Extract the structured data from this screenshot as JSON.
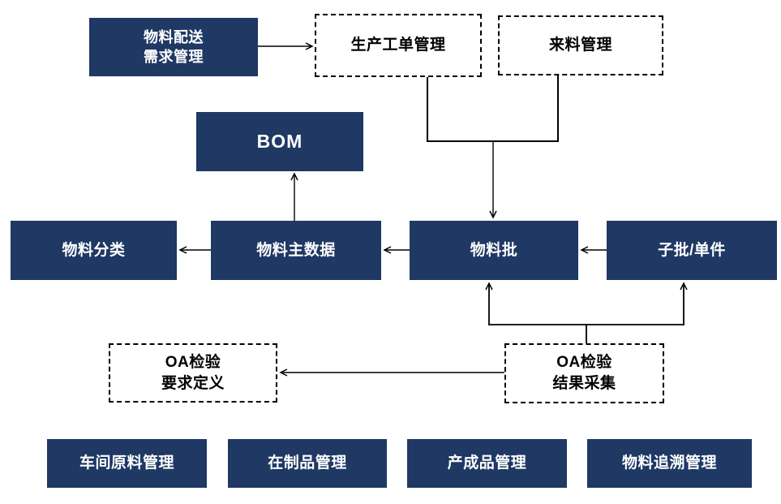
{
  "diagram": {
    "nodes": {
      "material_distribution": {
        "label": "物料配送\n需求管理",
        "type": "solid"
      },
      "production_work_order": {
        "label": "生产工单管理",
        "type": "dashed"
      },
      "incoming_material": {
        "label": "来料管理",
        "type": "dashed"
      },
      "bom": {
        "label": "BOM",
        "type": "solid"
      },
      "material_classification": {
        "label": "物料分类",
        "type": "solid"
      },
      "material_master_data": {
        "label": "物料主数据",
        "type": "solid"
      },
      "material_batch": {
        "label": "物料批",
        "type": "solid"
      },
      "sub_batch_unit": {
        "label": "子批/单件",
        "type": "solid"
      },
      "qa_inspection_requirement": {
        "label": "OA检验\n要求定义",
        "type": "dashed"
      },
      "qa_inspection_result": {
        "label": "OA检验\n结果采集",
        "type": "dashed"
      },
      "workshop_raw_material": {
        "label": "车间原料管理",
        "type": "solid"
      },
      "work_in_progress": {
        "label": "在制品管理",
        "type": "solid"
      },
      "finished_product": {
        "label": "产成品管理",
        "type": "solid"
      },
      "material_traceability": {
        "label": "物料追溯管理",
        "type": "solid"
      }
    },
    "edges": [
      "物料配送需求管理 → 生产工单管理",
      "生产工单管理 → 物料批",
      "来料管理 → 物料批",
      "物料主数据 → BOM",
      "物料主数据 → 物料分类",
      "物料批 → 物料主数据",
      "子批/单件 → 物料批",
      "OA检验结果采集 → OA检验要求定义",
      "OA检验结果采集 → 物料批",
      "OA检验结果采集 → 子批/单件"
    ],
    "colors": {
      "node_fill": "#1f3864",
      "node_text": "#ffffff",
      "outline": "#000000",
      "background": "#ffffff"
    }
  }
}
